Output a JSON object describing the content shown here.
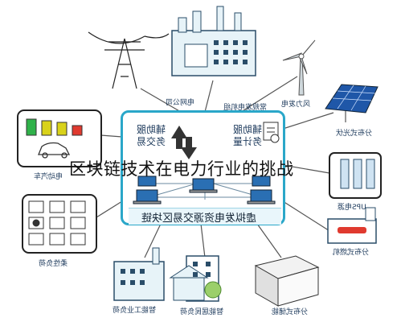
{
  "overlay_title": "区块链技术在电力行业的挑战",
  "hub": {
    "title": "虚拟发电资源交易区块链",
    "left_service": "辅助服务交易",
    "right_service": "辅助服务计量"
  },
  "nodes": {
    "top_center": "常规发电机组",
    "top_left_tower": "电网公司",
    "wind": "风力发电",
    "solar": "分布式光伏",
    "ev": "电动汽车",
    "ups": "UPS电源",
    "gas": "分布式燃机",
    "flexible_load": "柔性负荷",
    "industrial": "智能工业负荷",
    "residential": "智能居民负荷",
    "storage": "分布式储能"
  },
  "colors": {
    "accent": "#2aa7c9",
    "line": "#555555",
    "building": "#e7f3f8",
    "outline": "#2a4d69",
    "battery_green": "#2fb24a",
    "battery_yellow": "#d9d21a",
    "battery_red": "#e03a2f"
  },
  "icons": [
    "transmission-tower-icon",
    "power-plant-icon",
    "wind-turbine-icon",
    "solar-panel-icon",
    "electric-car-icon",
    "battery-icon",
    "ups-icon",
    "gas-turbine-icon",
    "control-panel-icon",
    "factory-icon",
    "house-icon",
    "storage-battery-icon",
    "laptop-icon",
    "document-icon"
  ]
}
